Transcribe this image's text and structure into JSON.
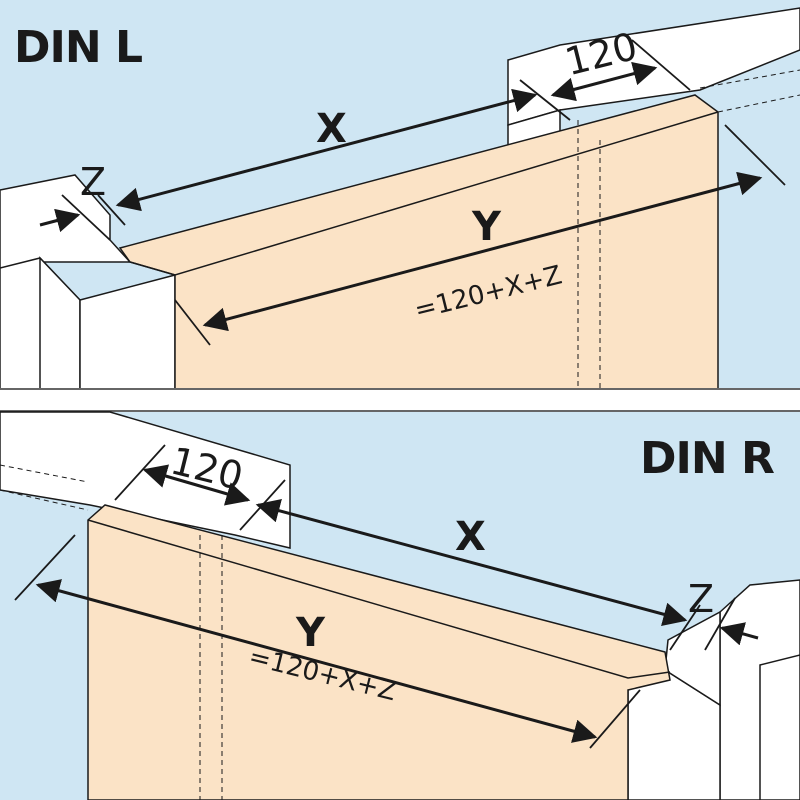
{
  "diagram_top": {
    "title": "DIN L",
    "label_120": "120",
    "label_x": "X",
    "label_z": "Z",
    "label_y": "Y",
    "formula": "=120+X+Z"
  },
  "diagram_bottom": {
    "title": "DIN R",
    "label_120": "120",
    "label_x": "X",
    "label_z": "Z",
    "label_y": "Y",
    "formula": "=120+X+Z"
  },
  "colors": {
    "sky": "#cfe6f3",
    "panel": "#fbe3c6",
    "wall": "#ffffff",
    "line": "#1a1a1a",
    "divider": "#333333"
  }
}
